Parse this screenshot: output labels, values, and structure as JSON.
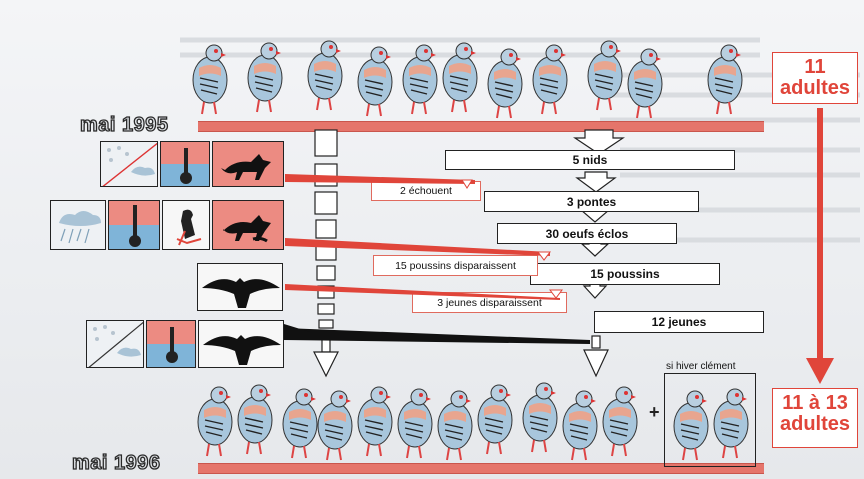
{
  "years": {
    "start": "mai 1995",
    "end": "mai 1996"
  },
  "adults_start": {
    "count": "11",
    "word": "adultes"
  },
  "adults_end": {
    "count": "11 à 13",
    "word": "adultes"
  },
  "stages": {
    "nids": "5 nids",
    "pontes": "3 pontes",
    "oeufs": "30 oeufs éclos",
    "poussins": "15 poussins",
    "jeunes": "12 jeunes"
  },
  "losses": {
    "echouent": "2 échouent",
    "poussins_disparaissent": "15 poussins disparaissent",
    "jeunes_disparaissent": "3 jeunes disparaissent"
  },
  "plus_sign": "+",
  "hiver": "si hiver clément",
  "icons": [
    "snow-weather-icon",
    "thermometer-icon",
    "fox-icon",
    "rain-cloud-icon",
    "raptor-perched-icon",
    "fox-with-prey-icon",
    "eagle-icon"
  ],
  "colors": {
    "accent_red": "#e0453a",
    "bar_red": "#e5756b",
    "bird_body": "#a8c6dc",
    "panel_blue": "#7fb4d8",
    "panel_pink": "#ec8b82"
  }
}
